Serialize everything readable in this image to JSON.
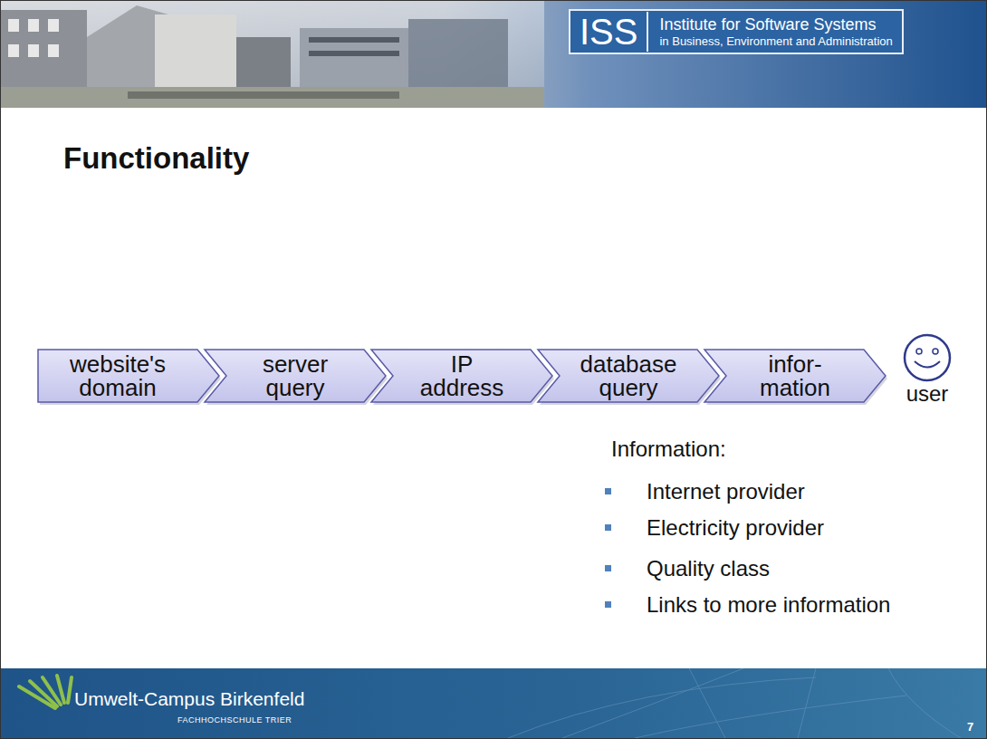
{
  "diagram": {
    "title": "Functionality",
    "nodes": [
      {
        "text": [
          "ISS",
          "Institute for Software Systems",
          "in Business, Environment and Administration"
        ]
      },
      {
        "text": [
          "website's domain"
        ]
      },
      {
        "text": [
          "server query"
        ]
      },
      {
        "text": [
          "IP address"
        ]
      },
      {
        "text": [
          "database query"
        ]
      },
      {
        "text": [
          "infor- mation"
        ]
      },
      {
        "text": [
          "user"
        ]
      }
    ],
    "labels": [
      "Information:",
      "Internet provider",
      "Electricity provider",
      "Quality class",
      "Links to more information",
      "Umwelt-Campus Birkenfeld",
      "FACHHOCHSCHULE TRIER",
      "7"
    ]
  }
}
